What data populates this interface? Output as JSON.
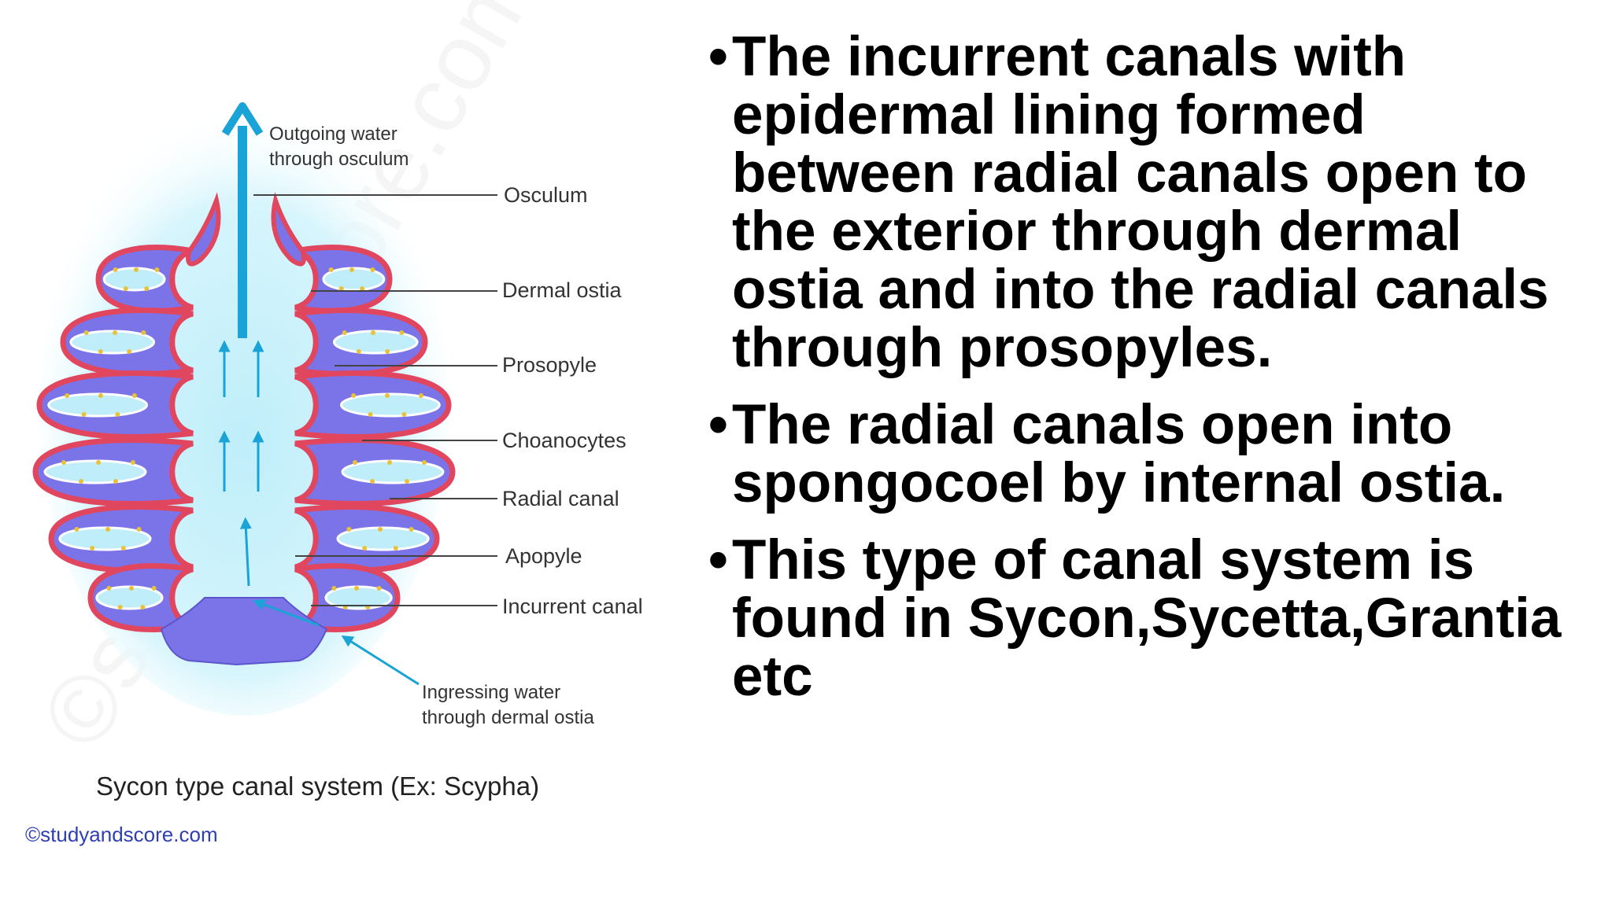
{
  "diagram": {
    "watermark": "©studyandscore.com",
    "labels": {
      "outgoing_line1": "Outgoing water",
      "outgoing_line2": "through osculum",
      "osculum": "Osculum",
      "dermal_ostia": "Dermal ostia",
      "prosopyle": "Prosopyle",
      "choanocytes": "Choanocytes",
      "radial_canal": "Radial canal",
      "apopyle": "Apopyle",
      "incurrent_canal": "Incurrent canal",
      "ingressing_line1": "Ingressing water",
      "ingressing_line2": "through dermal ostia"
    },
    "caption": "Sycon type canal system (Ex: Scypha)",
    "credit": "©studyandscore.com",
    "colors": {
      "body": "#7b74e8",
      "outer_lining": "#e0475f",
      "spongocoel": "#bfeefa",
      "arrow": "#1aa3d6",
      "choanocyte": "#e8c13a"
    }
  },
  "bullets": [
    {
      "marker": "•",
      "text": "The incurrent canals with epidermal lining formed between radial canals open to the exterior through dermal ostia and into the radial canals through prosopyles."
    },
    {
      "marker": "•",
      "text": "The radial canals open into spongocoel by internal ostia."
    },
    {
      "marker": "•",
      "text": "This type of canal system is found in Sycon,Sycetta,Grantia etc"
    }
  ]
}
